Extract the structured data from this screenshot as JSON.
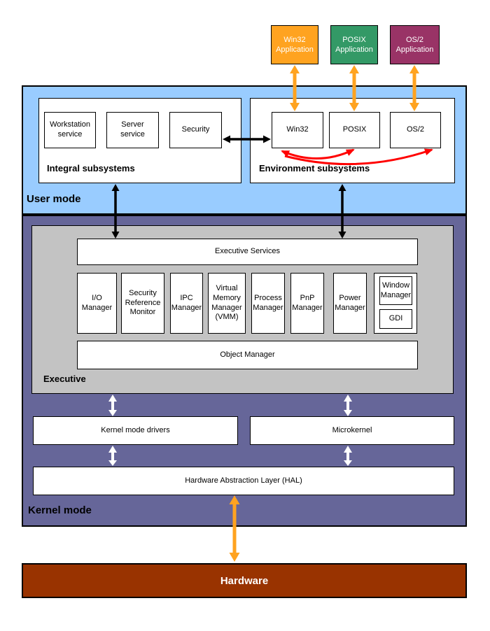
{
  "applications": [
    {
      "label": "Win32 Application"
    },
    {
      "label": "POSIX Application"
    },
    {
      "label": "OS/2 Application"
    }
  ],
  "user_mode": {
    "label": "User mode",
    "integral_subsystems": {
      "label": "Integral subsystems",
      "boxes": [
        "Workstation service",
        "Server service",
        "Security"
      ]
    },
    "environment_subsystems": {
      "label": "Environment subsystems",
      "boxes": [
        "Win32",
        "POSIX",
        "OS/2"
      ]
    }
  },
  "kernel_mode": {
    "label": "Kernel mode",
    "executive": {
      "label": "Executive",
      "services_bar": "Executive Services",
      "managers": [
        "I/O Manager",
        "Security Reference Monitor",
        "IPC Manager",
        "Virtual Memory Manager (VMM)",
        "Process Manager",
        "PnP Manager",
        "Power Manager"
      ],
      "windowing": {
        "window_manager": "Window Manager",
        "gdi": "GDI"
      },
      "object_manager": "Object Manager"
    },
    "kernel_mode_drivers": "Kernel mode drivers",
    "microkernel": "Microkernel",
    "hal": "Hardware Abstraction Layer (HAL)"
  },
  "hardware": {
    "label": "Hardware"
  },
  "colors": {
    "win32_app_bg": "#FFA320",
    "posix_app_bg": "#339966",
    "os2_app_bg": "#993366",
    "user_mode_bg": "#99CCFF",
    "kernel_mode_bg": "#666699",
    "executive_bg": "#C3C3C3",
    "hardware_bg": "#993300",
    "arrow_orange": "#FFA320",
    "arrow_black": "#000000",
    "arrow_white": "#FFFFFF",
    "arrow_red": "#FF0000"
  }
}
